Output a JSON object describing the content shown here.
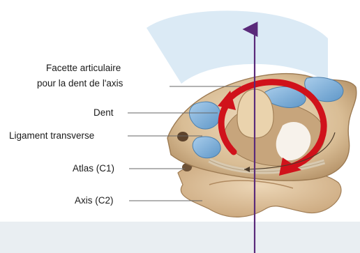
{
  "labels": {
    "facette_line1": "Facette articulaire",
    "facette_line2": "pour la dent de l'axis",
    "dent": "Dent",
    "ligament": "Ligament transverse",
    "atlas": "Atlas (C1)",
    "axis": "Axis (C2)"
  },
  "icons": {
    "rotation": "rotation-arrow-icon",
    "axis_arrow": "vertical-axis-arrow-icon"
  },
  "colors": {
    "watermark": "#cfe3f1",
    "footer_band": "#e9eef2",
    "bone": "#e2c9a3",
    "cartilage": "#7fb1dc",
    "rotation_arrow": "#d0121b",
    "axis_line": "#5a2a7a",
    "leader_line": "#666666"
  }
}
